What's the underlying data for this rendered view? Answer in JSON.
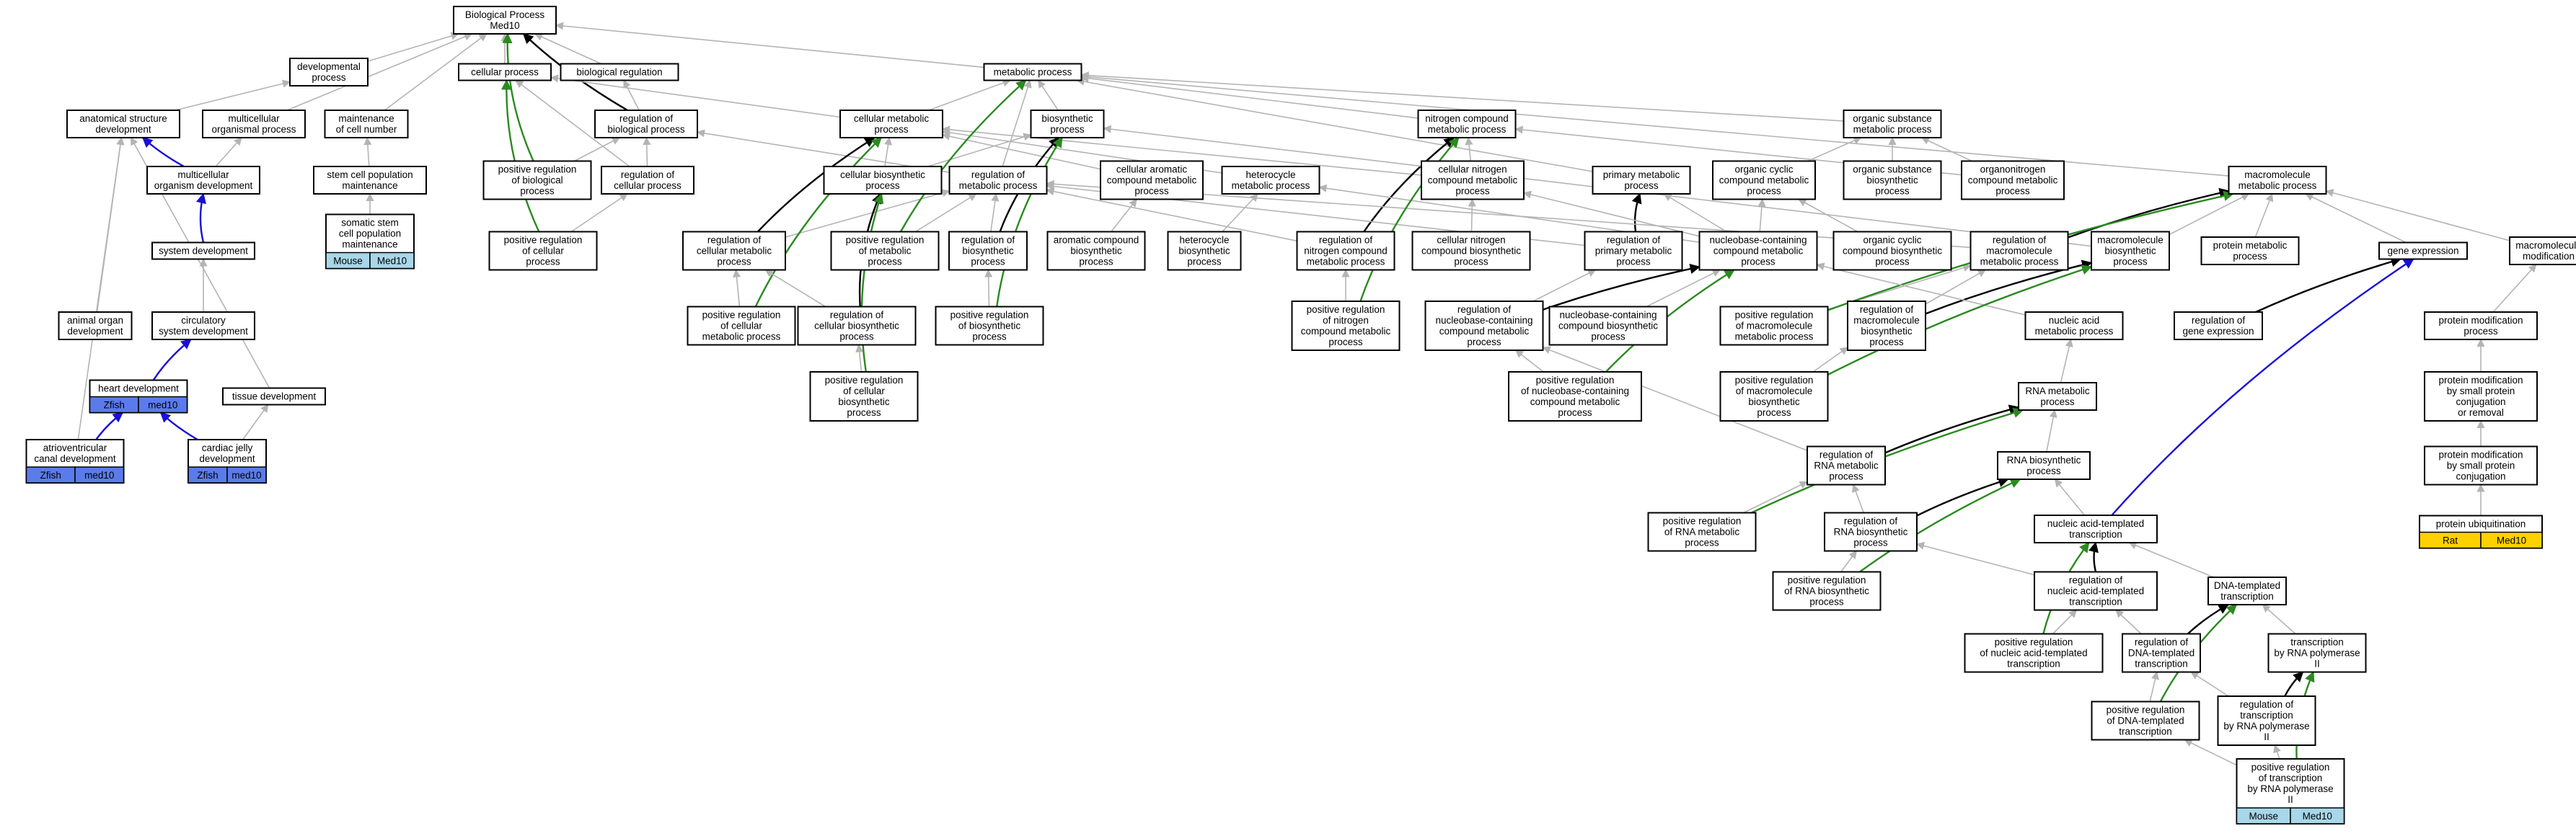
{
  "colors": {
    "gray": "#b4b4b4",
    "black": "#000000",
    "green": "#2a8a1f",
    "blue": "#1a0fd6",
    "blue_fill": "#5b7bea",
    "light_blue_fill": "#a7d7e8",
    "yellow_fill": "#ffd100"
  },
  "nodes": [
    {
      "id": "bp",
      "lines": [
        "Biological Process",
        "Med10"
      ]
    },
    {
      "id": "devproc",
      "lines": [
        "developmental",
        "process"
      ]
    },
    {
      "id": "cellproc",
      "lines": [
        "cellular process"
      ]
    },
    {
      "id": "bioreg",
      "lines": [
        "biological regulation"
      ]
    },
    {
      "id": "metproc",
      "lines": [
        "metabolic process"
      ]
    },
    {
      "id": "anat",
      "lines": [
        "anatomical structure",
        "development"
      ]
    },
    {
      "id": "multiorg",
      "lines": [
        "multicellular",
        "organismal process"
      ]
    },
    {
      "id": "maintcell",
      "lines": [
        "maintenance",
        "of cell number"
      ]
    },
    {
      "id": "regbp",
      "lines": [
        "regulation of",
        "biological process"
      ]
    },
    {
      "id": "cellmet",
      "lines": [
        "cellular metabolic",
        "process"
      ]
    },
    {
      "id": "biosyn",
      "lines": [
        "biosynthetic",
        "process"
      ]
    },
    {
      "id": "nitro",
      "lines": [
        "nitrogen compound",
        "metabolic process"
      ]
    },
    {
      "id": "orgsub",
      "lines": [
        "organic substance",
        "metabolic process"
      ]
    },
    {
      "id": "macromet",
      "lines": [
        "macromolecule",
        "metabolic process"
      ]
    },
    {
      "id": "multidev",
      "lines": [
        "multicellular",
        "organism development"
      ]
    },
    {
      "id": "stempop",
      "lines": [
        "stem cell population",
        "maintenance"
      ]
    },
    {
      "id": "posregbp",
      "lines": [
        "positive regulation",
        "of biological",
        "process"
      ]
    },
    {
      "id": "regcellproc",
      "lines": [
        "regulation of",
        "cellular process"
      ]
    },
    {
      "id": "cellbiosyn",
      "lines": [
        "cellular biosynthetic",
        "process"
      ]
    },
    {
      "id": "regmet",
      "lines": [
        "regulation of",
        "metabolic process"
      ]
    },
    {
      "id": "cellarom",
      "lines": [
        "cellular aromatic",
        "compound metabolic",
        "process"
      ]
    },
    {
      "id": "heteromet",
      "lines": [
        "heterocycle",
        "metabolic process"
      ]
    },
    {
      "id": "cellnitro",
      "lines": [
        "cellular nitrogen",
        "compound metabolic",
        "process"
      ]
    },
    {
      "id": "primmet",
      "lines": [
        "primary metabolic",
        "process"
      ]
    },
    {
      "id": "orgcyc",
      "lines": [
        "organic cyclic",
        "compound metabolic",
        "process"
      ]
    },
    {
      "id": "orgsubbio",
      "lines": [
        "organic substance",
        "biosynthetic",
        "process"
      ]
    },
    {
      "id": "organonit",
      "lines": [
        "organonitrogen",
        "compound metabolic",
        "process"
      ]
    },
    {
      "id": "somstem",
      "lines": [
        "somatic stem",
        "cell population",
        "maintenance"
      ],
      "ann": [
        "Mouse",
        "Med10"
      ],
      "fill": "light_blue_fill"
    },
    {
      "id": "sysdev",
      "lines": [
        "system development"
      ]
    },
    {
      "id": "posregcell",
      "lines": [
        "positive regulation",
        "of cellular",
        "process"
      ]
    },
    {
      "id": "regcellmet",
      "lines": [
        "regulation of",
        "cellular metabolic",
        "process"
      ]
    },
    {
      "id": "posregmet",
      "lines": [
        "positive regulation",
        "of metabolic",
        "process"
      ]
    },
    {
      "id": "regbiosyn",
      "lines": [
        "regulation of",
        "biosynthetic",
        "process"
      ]
    },
    {
      "id": "aromcomp",
      "lines": [
        "aromatic compound",
        "biosynthetic",
        "process"
      ]
    },
    {
      "id": "heterobio",
      "lines": [
        "heterocycle",
        "biosynthetic",
        "process"
      ]
    },
    {
      "id": "regnitro",
      "lines": [
        "regulation of",
        "nitrogen compound",
        "metabolic process"
      ]
    },
    {
      "id": "cellnitrobio",
      "lines": [
        "cellular nitrogen",
        "compound biosynthetic",
        "process"
      ]
    },
    {
      "id": "regprim",
      "lines": [
        "regulation of",
        "primary metabolic",
        "process"
      ]
    },
    {
      "id": "nucbase",
      "lines": [
        "nucleobase-containing",
        "compound metabolic",
        "process"
      ]
    },
    {
      "id": "orgcycbio",
      "lines": [
        "organic cyclic",
        "compound biosynthetic",
        "process"
      ]
    },
    {
      "id": "regmacro",
      "lines": [
        "regulation of",
        "macromolecule",
        "metabolic process"
      ]
    },
    {
      "id": "macrobio",
      "lines": [
        "macromolecule",
        "biosynthetic",
        "process"
      ]
    },
    {
      "id": "protmet",
      "lines": [
        "protein metabolic",
        "process"
      ]
    },
    {
      "id": "geneexp",
      "lines": [
        "gene expression"
      ]
    },
    {
      "id": "macromod",
      "lines": [
        "macromolecule",
        "modification"
      ]
    },
    {
      "id": "animorg",
      "lines": [
        "animal organ",
        "development"
      ]
    },
    {
      "id": "circsys",
      "lines": [
        "circulatory",
        "system development"
      ]
    },
    {
      "id": "posregcellmet",
      "lines": [
        "positive regulation",
        "of cellular",
        "metabolic process"
      ]
    },
    {
      "id": "regcellbio",
      "lines": [
        "regulation of",
        "cellular biosynthetic",
        "process"
      ]
    },
    {
      "id": "posregbio",
      "lines": [
        "positive regulation",
        "of biosynthetic",
        "process"
      ]
    },
    {
      "id": "posregnitro",
      "lines": [
        "positive regulation",
        "of nitrogen",
        "compound metabolic",
        "process"
      ]
    },
    {
      "id": "regnucbase",
      "lines": [
        "regulation of",
        "nucleobase-containing",
        "compound metabolic",
        "process"
      ]
    },
    {
      "id": "nucbasebio",
      "lines": [
        "nucleobase-containing",
        "compound biosynthetic",
        "process"
      ]
    },
    {
      "id": "posregmacro",
      "lines": [
        "positive regulation",
        "of macromolecule",
        "metabolic process"
      ]
    },
    {
      "id": "regmacrobio",
      "lines": [
        "regulation of",
        "macromolecule",
        "biosynthetic",
        "process"
      ]
    },
    {
      "id": "nucacidmet",
      "lines": [
        "nucleic acid",
        "metabolic process"
      ]
    },
    {
      "id": "reggeneexp",
      "lines": [
        "regulation of",
        "gene expression"
      ]
    },
    {
      "id": "protmod",
      "lines": [
        "protein modification",
        "process"
      ]
    },
    {
      "id": "heartdev",
      "lines": [
        "heart development"
      ],
      "ann": [
        "Zfish",
        "med10"
      ],
      "fill": "blue_fill"
    },
    {
      "id": "tissuedev",
      "lines": [
        "tissue development"
      ]
    },
    {
      "id": "posregcellbio",
      "lines": [
        "positive regulation",
        "of cellular",
        "biosynthetic",
        "process"
      ]
    },
    {
      "id": "posregnucbase",
      "lines": [
        "positive regulation",
        "of nucleobase-containing",
        "compound metabolic",
        "process"
      ]
    },
    {
      "id": "posregmacrobio",
      "lines": [
        "positive regulation",
        "of macromolecule",
        "biosynthetic",
        "process"
      ]
    },
    {
      "id": "protmodsmall",
      "lines": [
        "protein modification",
        "by small protein",
        "conjugation",
        "or removal"
      ]
    },
    {
      "id": "avcanal",
      "lines": [
        "atrioventricular",
        "canal development"
      ],
      "ann": [
        "Zfish",
        "med10"
      ],
      "fill": "blue_fill"
    },
    {
      "id": "cardjelly",
      "lines": [
        "cardiac jelly",
        "development"
      ],
      "ann": [
        "Zfish",
        "med10"
      ],
      "fill": "blue_fill"
    },
    {
      "id": "rnamet",
      "lines": [
        "RNA metabolic",
        "process"
      ]
    },
    {
      "id": "protmodconj",
      "lines": [
        "protein modification",
        "by small protein",
        "conjugation"
      ]
    },
    {
      "id": "regrnamet",
      "lines": [
        "regulation of",
        "RNA metabolic",
        "process"
      ]
    },
    {
      "id": "rnabio",
      "lines": [
        "RNA biosynthetic",
        "process"
      ]
    },
    {
      "id": "posregrnamet",
      "lines": [
        "positive regulation",
        "of RNA metabolic",
        "process"
      ]
    },
    {
      "id": "regrnabio",
      "lines": [
        "regulation of",
        "RNA biosynthetic",
        "process"
      ]
    },
    {
      "id": "nuctrans",
      "lines": [
        "nucleic acid-templated",
        "transcription"
      ]
    },
    {
      "id": "protubiq",
      "lines": [
        "protein ubiquitination"
      ],
      "ann": [
        "Rat",
        "Med10"
      ],
      "fill": "yellow_fill"
    },
    {
      "id": "posregrnabio",
      "lines": [
        "positive regulation",
        "of RNA biosynthetic",
        "process"
      ]
    },
    {
      "id": "regnuctrans",
      "lines": [
        "regulation of",
        "nucleic acid-templated",
        "transcription"
      ]
    },
    {
      "id": "dnatrans",
      "lines": [
        "DNA-templated",
        "transcription"
      ]
    },
    {
      "id": "posregnuctrans",
      "lines": [
        "positive regulation",
        "of nucleic acid-templated",
        "transcription"
      ]
    },
    {
      "id": "regdnatrans",
      "lines": [
        "regulation of",
        "DNA-templated",
        "transcription"
      ]
    },
    {
      "id": "transpol2",
      "lines": [
        "transcription",
        "by RNA polymerase",
        "II"
      ]
    },
    {
      "id": "regtranspol2",
      "lines": [
        "regulation of",
        "transcription",
        "by RNA polymerase",
        "II"
      ]
    },
    {
      "id": "posregdnatrans",
      "lines": [
        "positive regulation",
        "of DNA-templated",
        "transcription"
      ]
    },
    {
      "id": "posregtranspol2",
      "lines": [
        "positive regulation",
        "of transcription",
        "by RNA polymerase",
        "II"
      ],
      "ann": [
        "Mouse",
        "Med10"
      ],
      "fill": "light_blue_fill"
    }
  ],
  "edges": [
    [
      "devproc",
      "bp",
      "gray"
    ],
    [
      "cellproc",
      "bp",
      "gray"
    ],
    [
      "bioreg",
      "bp",
      "gray"
    ],
    [
      "metproc",
      "bp",
      "gray"
    ],
    [
      "anat",
      "devproc",
      "gray"
    ],
    [
      "multiorg",
      "bp",
      "gray"
    ],
    [
      "maintcell",
      "bp",
      "gray"
    ],
    [
      "regbp",
      "bioreg",
      "gray"
    ],
    [
      "regbp",
      "bp",
      "black"
    ],
    [
      "cellmet",
      "cellproc",
      "gray"
    ],
    [
      "cellmet",
      "metproc",
      "gray"
    ],
    [
      "biosyn",
      "metproc",
      "gray"
    ],
    [
      "nitro",
      "metproc",
      "gray"
    ],
    [
      "orgsub",
      "metproc",
      "gray"
    ],
    [
      "macromet",
      "metproc",
      "gray"
    ],
    [
      "multidev",
      "multiorg",
      "gray"
    ],
    [
      "multidev",
      "anat",
      "blue"
    ],
    [
      "stempop",
      "maintcell",
      "gray"
    ],
    [
      "posregbp",
      "regbp",
      "gray"
    ],
    [
      "posregbp",
      "bp",
      "green"
    ],
    [
      "regcellproc",
      "cellproc",
      "gray"
    ],
    [
      "regcellproc",
      "regbp",
      "gray"
    ],
    [
      "cellbiosyn",
      "cellmet",
      "gray"
    ],
    [
      "cellbiosyn",
      "biosyn",
      "gray"
    ],
    [
      "regmet",
      "regbp",
      "gray"
    ],
    [
      "regmet",
      "metproc",
      "gray"
    ],
    [
      "cellarom",
      "cellmet",
      "gray"
    ],
    [
      "heteromet",
      "cellmet",
      "gray"
    ],
    [
      "cellnitro",
      "nitro",
      "gray"
    ],
    [
      "cellnitro",
      "cellmet",
      "gray"
    ],
    [
      "primmet",
      "metproc",
      "gray"
    ],
    [
      "orgcyc",
      "orgsub",
      "gray"
    ],
    [
      "orgsubbio",
      "orgsub",
      "gray"
    ],
    [
      "organonit",
      "nitro",
      "gray"
    ],
    [
      "organonit",
      "orgsub",
      "gray"
    ],
    [
      "somstem",
      "stempop",
      "gray"
    ],
    [
      "sysdev",
      "multidev",
      "blue"
    ],
    [
      "posregcell",
      "regcellproc",
      "gray"
    ],
    [
      "posregcell",
      "cellproc",
      "green"
    ],
    [
      "regcellmet",
      "regmet",
      "gray"
    ],
    [
      "regcellmet",
      "cellmet",
      "black"
    ],
    [
      "posregmet",
      "regmet",
      "gray"
    ],
    [
      "posregmet",
      "metproc",
      "green"
    ],
    [
      "regbiosyn",
      "regmet",
      "gray"
    ],
    [
      "regbiosyn",
      "biosyn",
      "black"
    ],
    [
      "aromcomp",
      "cellarom",
      "gray"
    ],
    [
      "heterobio",
      "heteromet",
      "gray"
    ],
    [
      "regnitro",
      "regmet",
      "gray"
    ],
    [
      "regnitro",
      "nitro",
      "black"
    ],
    [
      "cellnitrobio",
      "cellnitro",
      "gray"
    ],
    [
      "regprim",
      "regmet",
      "gray"
    ],
    [
      "regprim",
      "primmet",
      "black"
    ],
    [
      "nucbase",
      "cellnitro",
      "gray"
    ],
    [
      "nucbase",
      "orgcyc",
      "gray"
    ],
    [
      "nucbase",
      "heteromet",
      "gray"
    ],
    [
      "nucbase",
      "primmet",
      "gray"
    ],
    [
      "orgcycbio",
      "orgcyc",
      "gray"
    ],
    [
      "regmacro",
      "regmet",
      "gray"
    ],
    [
      "regmacro",
      "macromet",
      "black"
    ],
    [
      "macrobio",
      "macromet",
      "gray"
    ],
    [
      "macrobio",
      "biosyn",
      "gray"
    ],
    [
      "protmet",
      "macromet",
      "gray"
    ],
    [
      "geneexp",
      "macromet",
      "gray"
    ],
    [
      "macromod",
      "macromet",
      "gray"
    ],
    [
      "animorg",
      "anat",
      "gray"
    ],
    [
      "circsys",
      "sysdev",
      "gray"
    ],
    [
      "posregcellmet",
      "regcellmet",
      "gray"
    ],
    [
      "posregcellmet",
      "cellmet",
      "green"
    ],
    [
      "regcellbio",
      "regcellmet",
      "gray"
    ],
    [
      "regcellbio",
      "cellbiosyn",
      "black"
    ],
    [
      "posregbio",
      "regbiosyn",
      "gray"
    ],
    [
      "posregbio",
      "biosyn",
      "green"
    ],
    [
      "posregnitro",
      "regnitro",
      "gray"
    ],
    [
      "posregnitro",
      "nitro",
      "green"
    ],
    [
      "regnucbase",
      "regprim",
      "gray"
    ],
    [
      "regnucbase",
      "nucbase",
      "black"
    ],
    [
      "nucbasebio",
      "nucbase",
      "gray"
    ],
    [
      "posregmacro",
      "regmacro",
      "gray"
    ],
    [
      "posregmacro",
      "macromet",
      "green"
    ],
    [
      "regmacrobio",
      "regmacro",
      "gray"
    ],
    [
      "regmacrobio",
      "macrobio",
      "black"
    ],
    [
      "nucacidmet",
      "nucbase",
      "gray"
    ],
    [
      "reggeneexp",
      "geneexp",
      "black"
    ],
    [
      "protmod",
      "macromod",
      "gray"
    ],
    [
      "heartdev",
      "circsys",
      "blue"
    ],
    [
      "tissuedev",
      "anat",
      "gray"
    ],
    [
      "posregcellbio",
      "regcellbio",
      "gray"
    ],
    [
      "posregcellbio",
      "cellbiosyn",
      "green"
    ],
    [
      "posregnucbase",
      "regnucbase",
      "gray"
    ],
    [
      "posregnucbase",
      "nucbase",
      "green"
    ],
    [
      "posregmacrobio",
      "regmacrobio",
      "gray"
    ],
    [
      "posregmacrobio",
      "macrobio",
      "green"
    ],
    [
      "protmodsmall",
      "protmod",
      "gray"
    ],
    [
      "avcanal",
      "heartdev",
      "blue"
    ],
    [
      "avcanal",
      "anat",
      "gray"
    ],
    [
      "cardjelly",
      "heartdev",
      "blue"
    ],
    [
      "cardjelly",
      "tissuedev",
      "gray"
    ],
    [
      "rnamet",
      "nucacidmet",
      "gray"
    ],
    [
      "protmodconj",
      "protmodsmall",
      "gray"
    ],
    [
      "regrnamet",
      "regnucbase",
      "gray"
    ],
    [
      "regrnamet",
      "rnamet",
      "black"
    ],
    [
      "rnabio",
      "rnamet",
      "gray"
    ],
    [
      "posregrnamet",
      "regrnamet",
      "gray"
    ],
    [
      "posregrnamet",
      "rnamet",
      "green"
    ],
    [
      "regrnabio",
      "regrnamet",
      "gray"
    ],
    [
      "regrnabio",
      "rnabio",
      "black"
    ],
    [
      "nuctrans",
      "rnabio",
      "gray"
    ],
    [
      "nuctrans",
      "geneexp",
      "blue"
    ],
    [
      "protubiq",
      "protmodconj",
      "gray"
    ],
    [
      "posregrnabio",
      "regrnabio",
      "gray"
    ],
    [
      "posregrnabio",
      "rnabio",
      "green"
    ],
    [
      "regnuctrans",
      "regrnabio",
      "gray"
    ],
    [
      "regnuctrans",
      "nuctrans",
      "black"
    ],
    [
      "dnatrans",
      "nuctrans",
      "gray"
    ],
    [
      "posregnuctrans",
      "regnuctrans",
      "gray"
    ],
    [
      "posregnuctrans",
      "nuctrans",
      "green"
    ],
    [
      "regdnatrans",
      "regnuctrans",
      "gray"
    ],
    [
      "regdnatrans",
      "dnatrans",
      "black"
    ],
    [
      "transpol2",
      "dnatrans",
      "gray"
    ],
    [
      "regtranspol2",
      "regdnatrans",
      "gray"
    ],
    [
      "regtranspol2",
      "transpol2",
      "black"
    ],
    [
      "posregdnatrans",
      "regdnatrans",
      "gray"
    ],
    [
      "posregdnatrans",
      "dnatrans",
      "green"
    ],
    [
      "posregtranspol2",
      "regtranspol2",
      "gray"
    ],
    [
      "posregtranspol2",
      "posregdnatrans",
      "gray"
    ],
    [
      "posregtranspol2",
      "transpol2",
      "green"
    ]
  ]
}
